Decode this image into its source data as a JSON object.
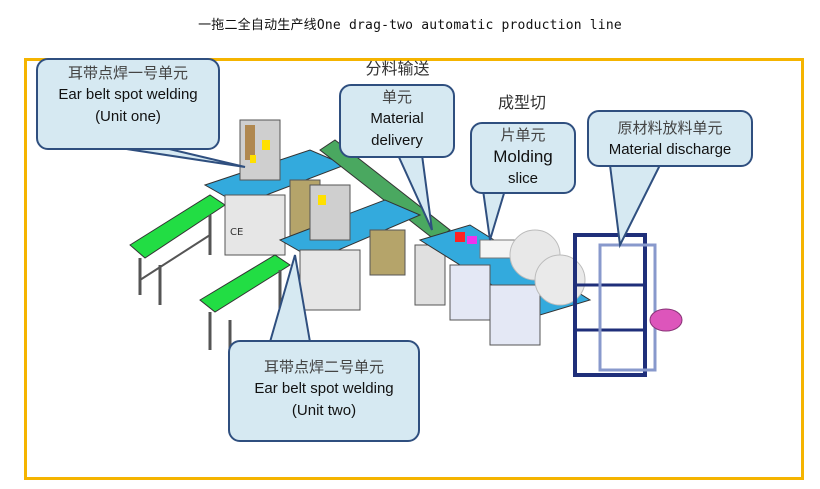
{
  "title": "一拖二全自动生产线One drag-two automatic production line",
  "colors": {
    "frame_border": "#f5b400",
    "callout_fill": "#d6e9f2",
    "callout_border": "#2f4f7f",
    "conveyor_green": "#22dd44",
    "table_blue": "#33aadd",
    "frame_navy": "#1f2f7a",
    "reel_pink": "#dd55bb"
  },
  "callouts": [
    {
      "id": "unit-one",
      "zh": "耳带点焊一号单元",
      "en_line1": "Ear belt spot welding",
      "en_line2": "(Unit one)"
    },
    {
      "id": "material-delivery",
      "zh_line1": "分料输送",
      "zh_line2": "单元",
      "en_line1": "Material",
      "en_line2": "delivery"
    },
    {
      "id": "molding-slice",
      "zh_line1": "成型切",
      "zh_line2": "片单元",
      "en_line1": "Molding",
      "en_line2": "slice"
    },
    {
      "id": "material-discharge",
      "zh": "原材料放料单元",
      "en": "Material discharge"
    },
    {
      "id": "unit-two",
      "zh": "耳带点焊二号单元",
      "en_line1": "Ear belt spot welding",
      "en_line2": "(Unit two)"
    }
  ],
  "machine_marks": {
    "ce_label": "CE"
  }
}
